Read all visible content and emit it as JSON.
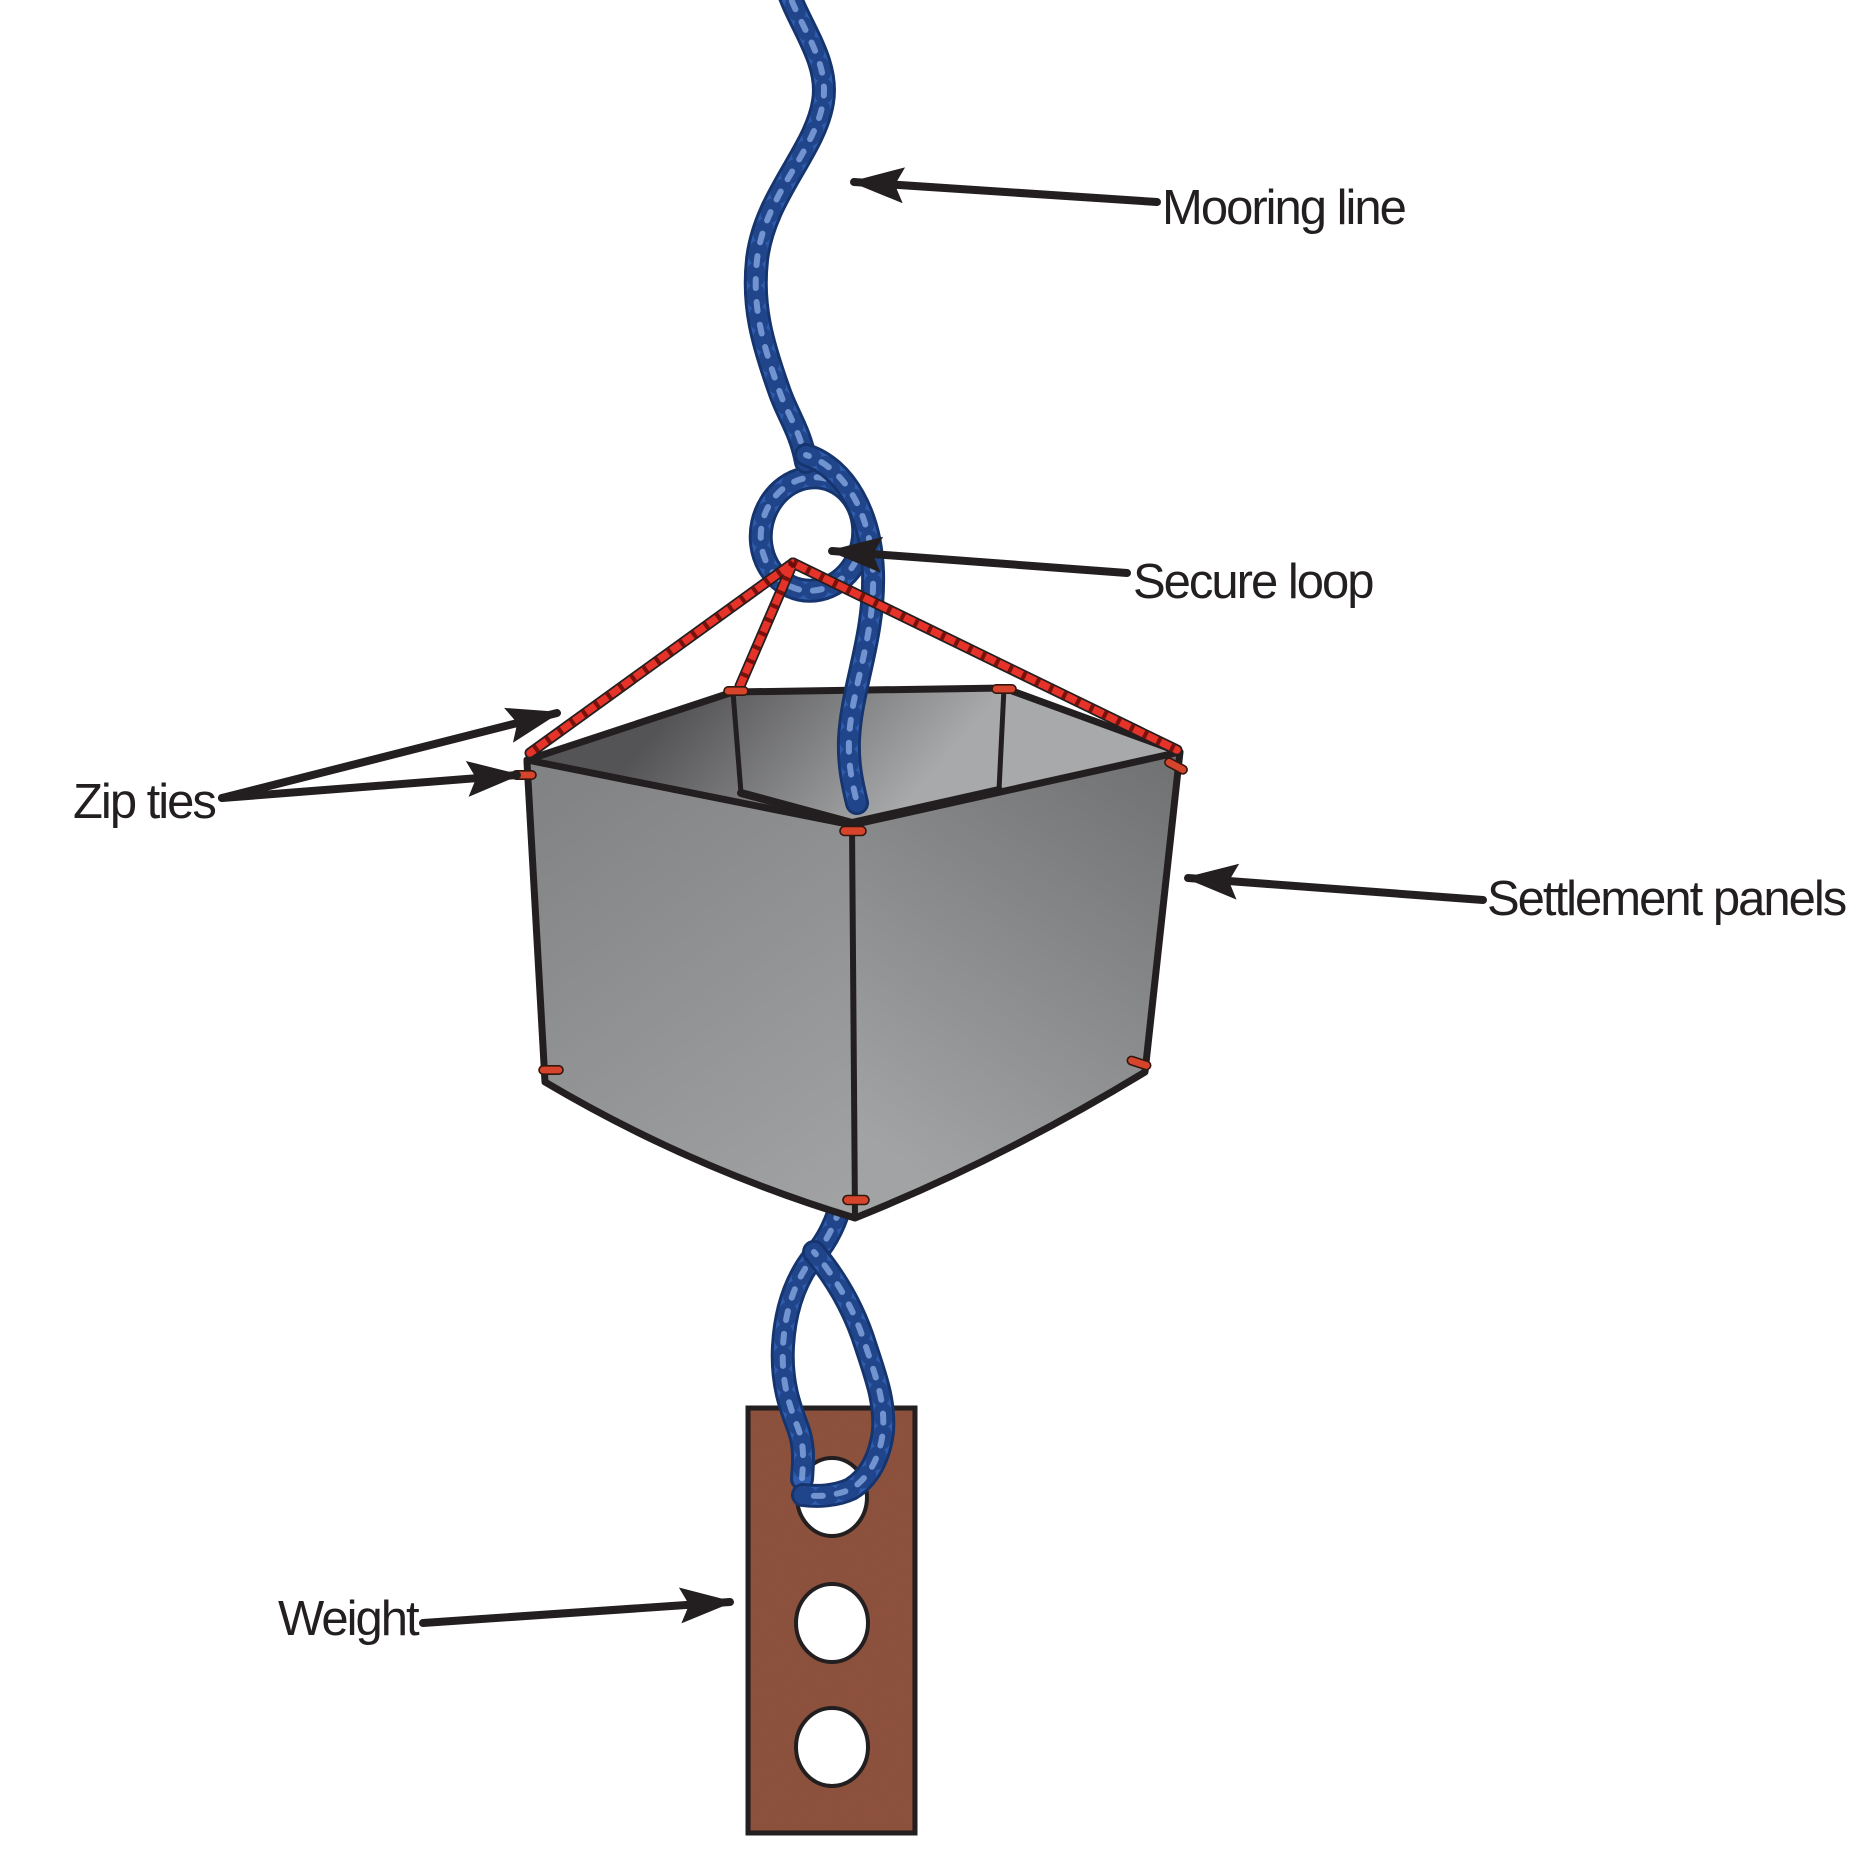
{
  "diagram": {
    "labels": {
      "mooring_line": "Mooring line",
      "secure_loop": "Secure loop",
      "zip_ties": "Zip ties",
      "settlement_panels": "Settlement panels",
      "weight": "Weight"
    },
    "colors": {
      "background": "#ffffff",
      "ink": "#231f20",
      "rope_outline": "#16356e",
      "rope_core": "#2f5cad",
      "rope_twist": "#1b3c7c",
      "rope_highlight": "#7fa1dc",
      "bridle_red": "#e5332a",
      "bridle_tick": "#6b0d08",
      "zip_tie_red": "#d6452b",
      "panel_dark": "#6f7072",
      "panel_mid": "#828385",
      "panel_light": "#a2a3a5",
      "interior_dark": "#545456",
      "interior_light": "#a8a9ab",
      "brick": "#b5694f",
      "hole_white": "#ffffff"
    }
  }
}
